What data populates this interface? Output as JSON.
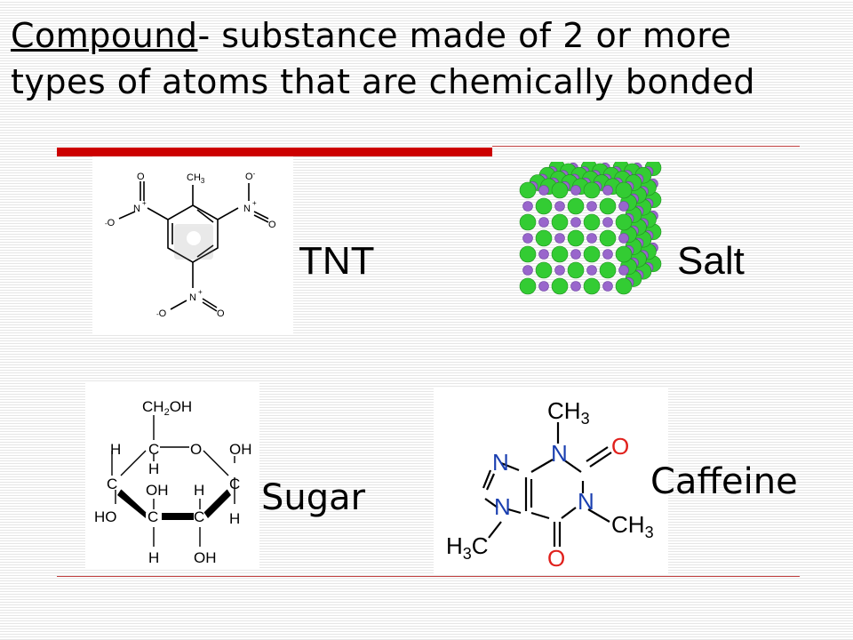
{
  "title": {
    "term": "Compound",
    "rest": "- substance made of 2 or more types of atoms that are chemically bonded"
  },
  "compounds": {
    "tnt": {
      "label": "TNT",
      "atoms": {
        "ch3": "CH",
        "ch3_sub": "3",
        "o": "O",
        "o_minus": "O",
        "o_minus_prefix": "-",
        "o_minus_suffix": "-",
        "n_plus": "N",
        "plus": "+"
      }
    },
    "salt": {
      "label": "Salt",
      "colors": {
        "sodium": "#9966cc",
        "chloride": "#33cc33"
      }
    },
    "sugar": {
      "label": "Sugar",
      "atoms": {
        "ch2oh": "CH",
        "ch2oh_sub": "2",
        "ch2oh_tail": "OH",
        "c": "C",
        "o": "O",
        "h": "H",
        "oh": "OH",
        "ho": "HO"
      }
    },
    "caffeine": {
      "label": "Caffeine",
      "atoms": {
        "ch3": "CH",
        "ch3_sub": "3",
        "h3c_h": "H",
        "h3c_sub": "3",
        "h3c_c": "C",
        "n": "N",
        "o": "O"
      },
      "colors": {
        "nitrogen": "#1a3fb0",
        "oxygen": "#e0201c"
      }
    }
  }
}
